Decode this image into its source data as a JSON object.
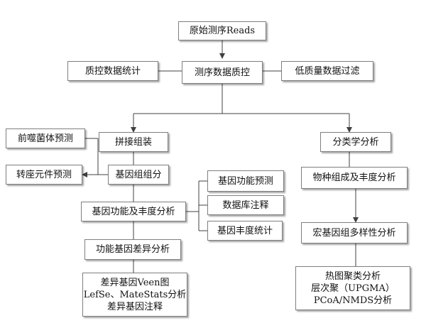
{
  "nodes": {
    "raw_reads": "原始测序Reads",
    "qc_stats": "质控数据统计",
    "seq_qc": "测序数据质控",
    "low_quality_filter": "低质量数据过滤",
    "prophage_prediction": "前噬菌体预测",
    "transposon_prediction": "转座元件预测",
    "assembly": "拼接组装",
    "gene_set": "基因组组分",
    "taxonomy_analysis": "分类学分析",
    "gene_function_prediction": "基因功能预测",
    "species_composition": "物种组成及丰度分析",
    "function_abundance": "基因功能及丰度分析",
    "database_annotation": "数据库注释",
    "gene_abundance_stats": "基因丰度统计",
    "metagenome_diversity": "宏基因组多样性分析",
    "functional_gene_diff": "功能基因差异分析",
    "diff_outputs": [
      "差异基因Veen图",
      "LefSe、MateStats分析",
      "差异基因注释"
    ],
    "clustering_outputs": [
      "热图聚类分析",
      "层次聚（UPGMA）",
      "PCoA/NMDS分析"
    ]
  },
  "colors": {
    "box_border": "#7f7f7f",
    "line": "#404040",
    "text": "#111111",
    "shadow": "#595959"
  }
}
